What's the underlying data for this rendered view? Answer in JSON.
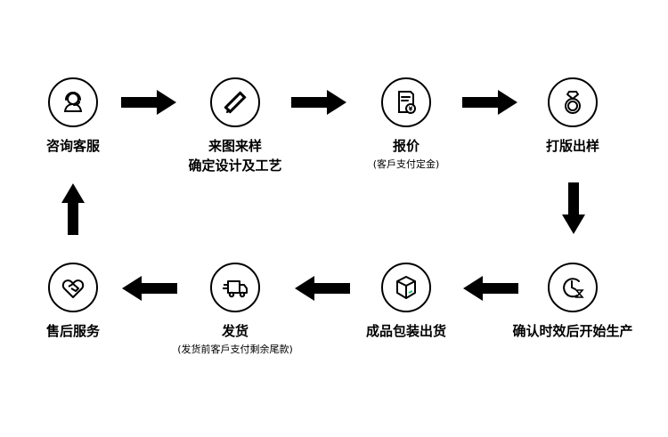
{
  "steps": [
    {
      "label": "咨询客服",
      "icon": "customer-service-icon"
    },
    {
      "label": "来图来样",
      "label2": "确定设计及工艺",
      "icon": "design-tools-icon"
    },
    {
      "label": "报价",
      "note": "(客戶支付定金)",
      "icon": "quote-document-icon"
    },
    {
      "label": "打版出样",
      "icon": "diamond-ring-icon"
    },
    {
      "label": "确认时效后开始生产",
      "icon": "clock-hourglass-icon"
    },
    {
      "label": "成品包装出货",
      "icon": "package-box-icon"
    },
    {
      "label": "发货",
      "note": "(发货前客戶支付剩余尾款)",
      "icon": "delivery-truck-icon"
    },
    {
      "label": "售后服务",
      "icon": "handshake-icon"
    }
  ]
}
